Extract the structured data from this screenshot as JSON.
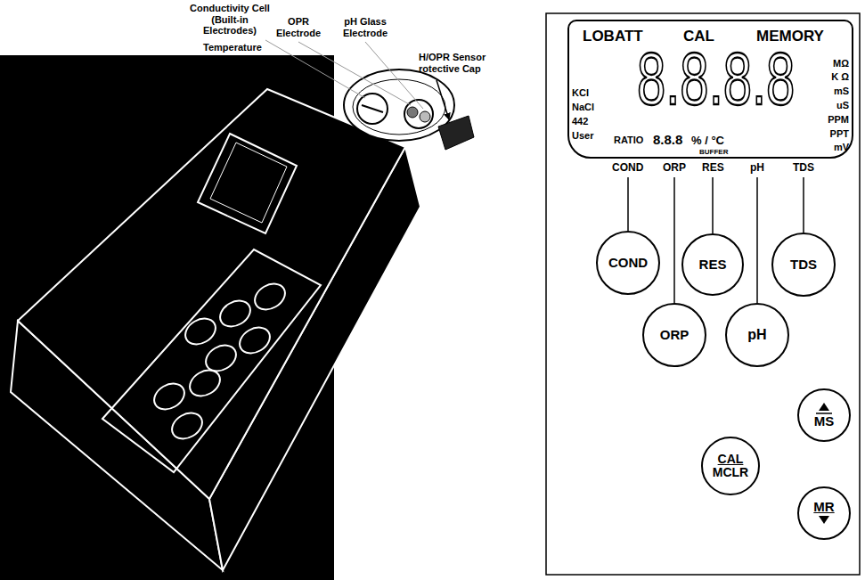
{
  "diagram": {
    "nodes": [
      {
        "text": [
          "LOBATT",
          "CAL",
          "MEMORY",
          "8.8.8.8",
          "KCI",
          "NaCl",
          "442",
          "User",
          "RATIO",
          "8.8.8",
          "% / °C",
          "BUFFER",
          "MΩ",
          "K Ω",
          "mS",
          "uS",
          "PPM",
          "PPT",
          "mV"
        ]
      },
      {
        "text": [
          "COND"
        ]
      },
      {
        "text": [
          "RES"
        ]
      },
      {
        "text": [
          "TDS"
        ]
      },
      {
        "text": [
          "ORP"
        ]
      },
      {
        "text": [
          "pH"
        ]
      },
      {
        "text": [
          "MS"
        ]
      },
      {
        "text": [
          "CAL",
          "MCLR"
        ]
      },
      {
        "text": [
          "MR"
        ]
      }
    ],
    "labels": [
      "Conductivity Cell (Built-in Electrodes)",
      "OPR Electrode",
      "pH Glass Electrode",
      "Temperature",
      "H/OPR Sensor rotective Cap",
      "COND",
      "ORP",
      "RES",
      "pH",
      "TDS"
    ]
  }
}
